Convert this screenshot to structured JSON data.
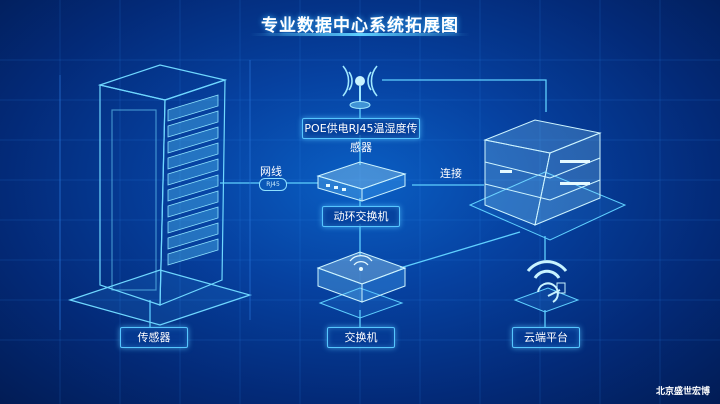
{
  "title": "专业数据中心系统拓展图",
  "labels": {
    "poe_sensor": "POE供电RJ45温湿度传感器",
    "switch": "动环交换机",
    "sensor": "传感器",
    "exchanger": "交换机",
    "cloud": "云端平台"
  },
  "links": {
    "network": "网线",
    "network_tag": "RJ45",
    "connect": "连接"
  },
  "brand": "北京盛世宏博",
  "colors": {
    "line": "#5fd0ff",
    "accent": "#56c6ff",
    "background": "#0641a0"
  }
}
